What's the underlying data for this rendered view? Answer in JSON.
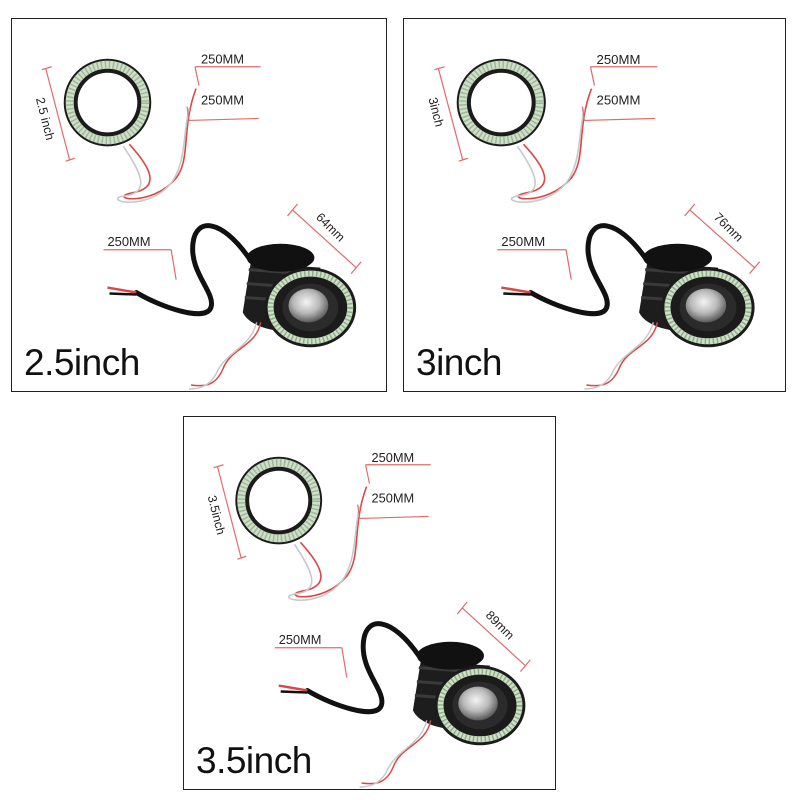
{
  "panels": [
    {
      "size_label": "2.5inch",
      "ring_dimension": "2.5 inch",
      "wire_label_1": "250MM",
      "wire_label_2": "250MM",
      "cable_label": "250MM",
      "diameter_label": "64mm"
    },
    {
      "size_label": "3inch",
      "ring_dimension": "3inch",
      "wire_label_1": "250MM",
      "wire_label_2": "250MM",
      "cable_label": "250MM",
      "diameter_label": "76mm"
    },
    {
      "size_label": "3.5inch",
      "ring_dimension": "3.5inch",
      "wire_label_1": "250MM",
      "wire_label_2": "250MM",
      "cable_label": "250MM",
      "diameter_label": "89mm"
    }
  ],
  "colors": {
    "dimension_line": "#e06b6b",
    "wire_red": "#d94848",
    "wire_white": "#d8d8d8",
    "housing": "#1b1b1b",
    "led_ring": "#c9dcc4"
  }
}
